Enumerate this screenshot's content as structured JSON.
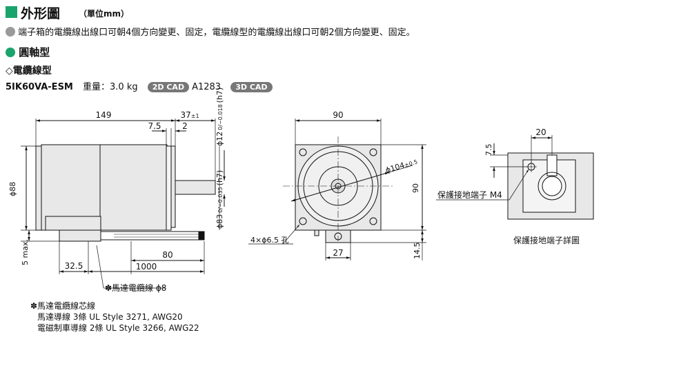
{
  "header": {
    "title": "外形圖",
    "unit": "（單位mm）"
  },
  "note": "端子箱的電纜線出線口可朝4個方向變更、固定，電纜線型的電纜線出線口可朝2個方向變更、固定。",
  "section": "圓軸型",
  "subsection": "◇電纜線型",
  "model": {
    "name": "5IK60VA-ESM",
    "weight": "重量：3.0 kg",
    "cad2d": "2D CAD",
    "cad2d_code": "A1283",
    "cad3d": "3D CAD"
  },
  "dims": {
    "d149": "149",
    "d37": "37",
    "d37tol": "±1",
    "d75": "7.5",
    "d2": "2",
    "phi12": "ϕ12",
    "phi12tol": "0\n−0.018",
    "phi12fit": "(h7)",
    "phi83": "ϕ83",
    "phi83tol": "0\n−0.035",
    "phi83fit": "(h7)",
    "phi88": "ϕ88",
    "d5max": "5 max.",
    "d325": "32.5",
    "d80": "80",
    "d1000": "1000",
    "cable_label": "✽馬達電纜線 ϕ8",
    "d90w": "90",
    "phi104": "ϕ104",
    "phi104tol": "±0.5",
    "d90h": "90",
    "holes": "4×ϕ6.5 孔",
    "d27": "27",
    "d145": "14.5",
    "d20": "20",
    "d75b": "7.5",
    "ground_label": "保護接地端子 M4",
    "ground_caption": "保護接地端子詳圖"
  },
  "wire_notes": {
    "title": "✽馬達電纜線芯線",
    "line1": "馬達導線 3條 UL Style 3271, AWG20",
    "line2": "電磁制車導線 2條 UL Style 3266, AWG22"
  },
  "colors": {
    "accent": "#1aa46d",
    "bullet": "#9a9a9a",
    "motor": "#e8e8e8",
    "badge": "#777777"
  }
}
